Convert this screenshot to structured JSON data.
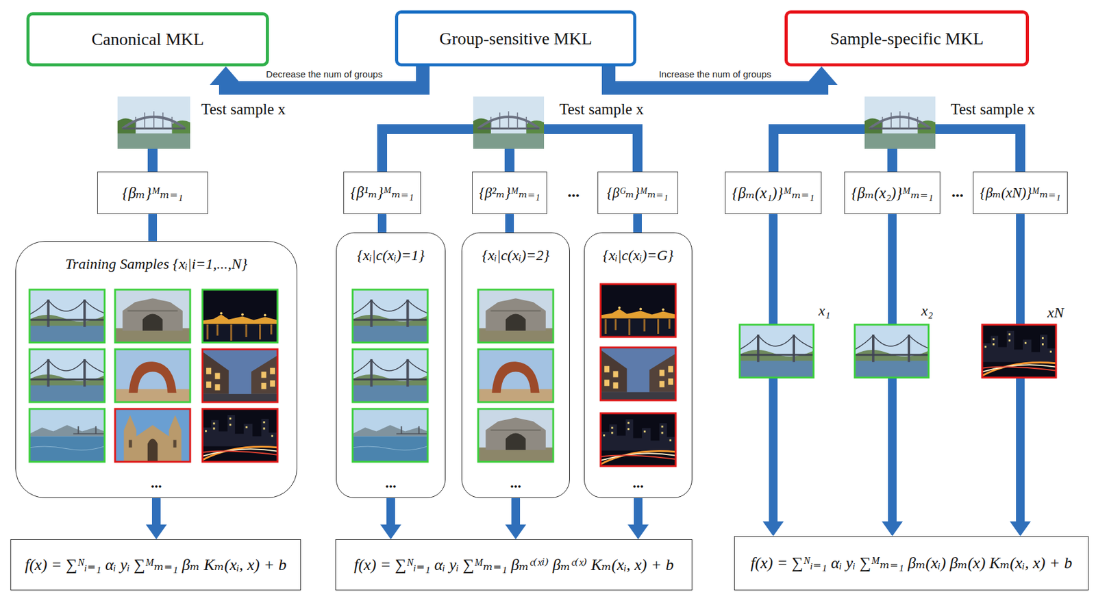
{
  "diagram": {
    "nodes": [
      {
        "text": [
          "Canonical MKL"
        ]
      },
      {
        "text": [
          "Group-sensitive MKL"
        ]
      },
      {
        "text": [
          "Sample-specific MKL"
        ]
      },
      {
        "text": [
          "{βₘ}ᴹₘ₌₁"
        ]
      },
      {
        "text": [
          "Training Samples {xᵢ|i=1,...,N}",
          "..."
        ]
      },
      {
        "text": [
          "f(x) = ∑ᴺᵢ₌₁ αᵢ yᵢ ∑ᴹₘ₌₁ βₘ Kₘ(xᵢ, x) + b"
        ]
      },
      {
        "text": [
          "{β¹ₘ}ᴹₘ₌₁"
        ]
      },
      {
        "text": [
          "{β²ₘ}ᴹₘ₌₁"
        ]
      },
      {
        "text": [
          "{βᴳₘ}ᴹₘ₌₁"
        ]
      },
      {
        "text": [
          "{xᵢ|c(xᵢ)=1}",
          "..."
        ]
      },
      {
        "text": [
          "{xᵢ|c(xᵢ)=2}",
          "..."
        ]
      },
      {
        "text": [
          "{xᵢ|c(xᵢ)=G}",
          "..."
        ]
      },
      {
        "text": [
          "f(x) = ∑ᴺᵢ₌₁ αᵢ yᵢ ∑ᴹₘ₌₁ βₘᶜ⁽ˣⁱ⁾ βₘᶜ⁽ˣ⁾ Kₘ(xᵢ, x) + b"
        ]
      },
      {
        "text": [
          "{βₘ(x₁)}ᴹₘ₌₁"
        ]
      },
      {
        "text": [
          "{βₘ(x₂)}ᴹₘ₌₁"
        ]
      },
      {
        "text": [
          "{βₘ(xN)}ᴹₘ₌₁"
        ]
      },
      {
        "text": [
          "f(x) = ∑ᴺᵢ₌₁ αᵢ yᵢ ∑ᴹₘ₌₁ βₘ(xᵢ) βₘ(x) Kₘ(xᵢ, x) + b"
        ]
      }
    ],
    "edges": [
      {
        "from": 1,
        "to": 0,
        "arrow": "to",
        "label": "Decrease the num of groups"
      },
      {
        "from": 1,
        "to": 2,
        "arrow": "to",
        "label": "Increase the num of groups"
      },
      {
        "from": 3,
        "to": 4,
        "arrow": "none"
      },
      {
        "from": 4,
        "to": 5,
        "arrow": "to"
      },
      {
        "from": 6,
        "to": 9,
        "arrow": "none"
      },
      {
        "from": 7,
        "to": 10,
        "arrow": "none"
      },
      {
        "from": 8,
        "to": 11,
        "arrow": "none"
      },
      {
        "from": 9,
        "to": 12,
        "arrow": "to"
      },
      {
        "from": 10,
        "to": 12,
        "arrow": "to"
      },
      {
        "from": 11,
        "to": 12,
        "arrow": "to"
      },
      {
        "from": 13,
        "to": 16,
        "arrow": "to"
      },
      {
        "from": 14,
        "to": 16,
        "arrow": "to"
      },
      {
        "from": 15,
        "to": 16,
        "arrow": "to"
      }
    ],
    "labels": [
      "Test sample x",
      "Test sample x",
      "Test sample x",
      "...",
      "...",
      "x₁",
      "x₂",
      "xN"
    ]
  }
}
